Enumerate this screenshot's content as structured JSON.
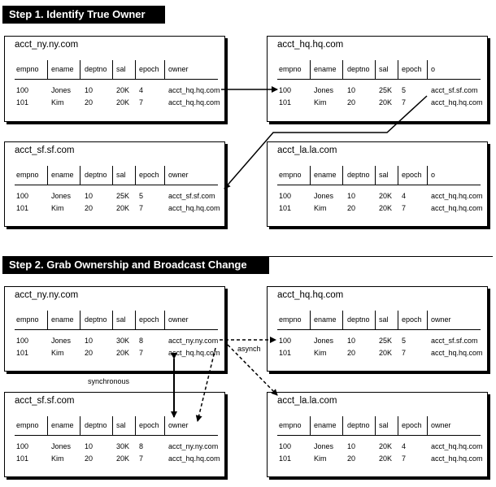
{
  "steps": [
    {
      "title": "Step 1.  Identify True Owner",
      "panels": [
        {
          "name": "acct_ny.ny.com",
          "headers": [
            "empno",
            "ename",
            "deptno",
            "sal",
            "epoch",
            "owner"
          ],
          "rows": [
            [
              "100",
              "Jones",
              "10",
              "20K",
              "4",
              "acct_hq.hq.com"
            ],
            [
              "101",
              "Kim",
              "20",
              "20K",
              "7",
              "acct_hq.hq.com"
            ]
          ]
        },
        {
          "name": "acct_hq.hq.com",
          "headers": [
            "empno",
            "ename",
            "deptno",
            "sal",
            "epoch",
            "o"
          ],
          "rows": [
            [
              "100",
              "Jones",
              "10",
              "25K",
              "5",
              "acct_sf.sf.com"
            ],
            [
              "101",
              "Kim",
              "20",
              "20K",
              "7",
              "acct_hq.hq.com"
            ]
          ]
        },
        {
          "name": "acct_sf.sf.com",
          "headers": [
            "empno",
            "ename",
            "deptno",
            "sal",
            "epoch",
            "owner"
          ],
          "rows": [
            [
              "100",
              "Jones",
              "10",
              "25K",
              "5",
              "acct_sf.sf.com"
            ],
            [
              "101",
              "Kim",
              "20",
              "20K",
              "7",
              "acct_hq.hq.com"
            ]
          ]
        },
        {
          "name": "acct_la.la.com",
          "headers": [
            "empno",
            "ename",
            "deptno",
            "sal",
            "epoch",
            "o"
          ],
          "rows": [
            [
              "100",
              "Jones",
              "10",
              "20K",
              "4",
              "acct_hq.hq.com"
            ],
            [
              "101",
              "Kim",
              "20",
              "20K",
              "7",
              "acct_hq.hq.com"
            ]
          ]
        }
      ]
    },
    {
      "title": "Step 2.  Grab Ownership and Broadcast Change",
      "panels": [
        {
          "name": "acct_ny.ny.com",
          "headers": [
            "empno",
            "ename",
            "deptno",
            "sal",
            "epoch",
            "owner"
          ],
          "rows": [
            [
              "100",
              "Jones",
              "10",
              "30K",
              "8",
              "acct_ny.ny.com"
            ],
            [
              "101",
              "Kim",
              "20",
              "20K",
              "7",
              "acct_hq.hq.com"
            ]
          ]
        },
        {
          "name": "acct_hq.hq.com",
          "headers": [
            "empno",
            "ename",
            "deptno",
            "sal",
            "epoch",
            "owner"
          ],
          "rows": [
            [
              "100",
              "Jones",
              "10",
              "25K",
              "5",
              "acct_sf.sf.com"
            ],
            [
              "101",
              "Kim",
              "20",
              "20K",
              "7",
              "acct_hq.hq.com"
            ]
          ]
        },
        {
          "name": "acct_sf.sf.com",
          "headers": [
            "empno",
            "ename",
            "deptno",
            "sal",
            "epoch",
            "owner"
          ],
          "rows": [
            [
              "100",
              "Jones",
              "10",
              "30K",
              "8",
              "acct_ny.ny.com"
            ],
            [
              "101",
              "Kim",
              "20",
              "20K",
              "7",
              "acct_hq.hq.com"
            ]
          ]
        },
        {
          "name": "acct_la.la.com",
          "headers": [
            "empno",
            "ename",
            "deptno",
            "sal",
            "epoch",
            "owner"
          ],
          "rows": [
            [
              "100",
              "Jones",
              "10",
              "20K",
              "4",
              "acct_hq.hq.com"
            ],
            [
              "101",
              "Kim",
              "20",
              "20K",
              "7",
              "acct_hq.hq.com"
            ]
          ]
        }
      ]
    }
  ],
  "annotations": {
    "synchronous": "synchronous",
    "asynch": "asynch"
  }
}
